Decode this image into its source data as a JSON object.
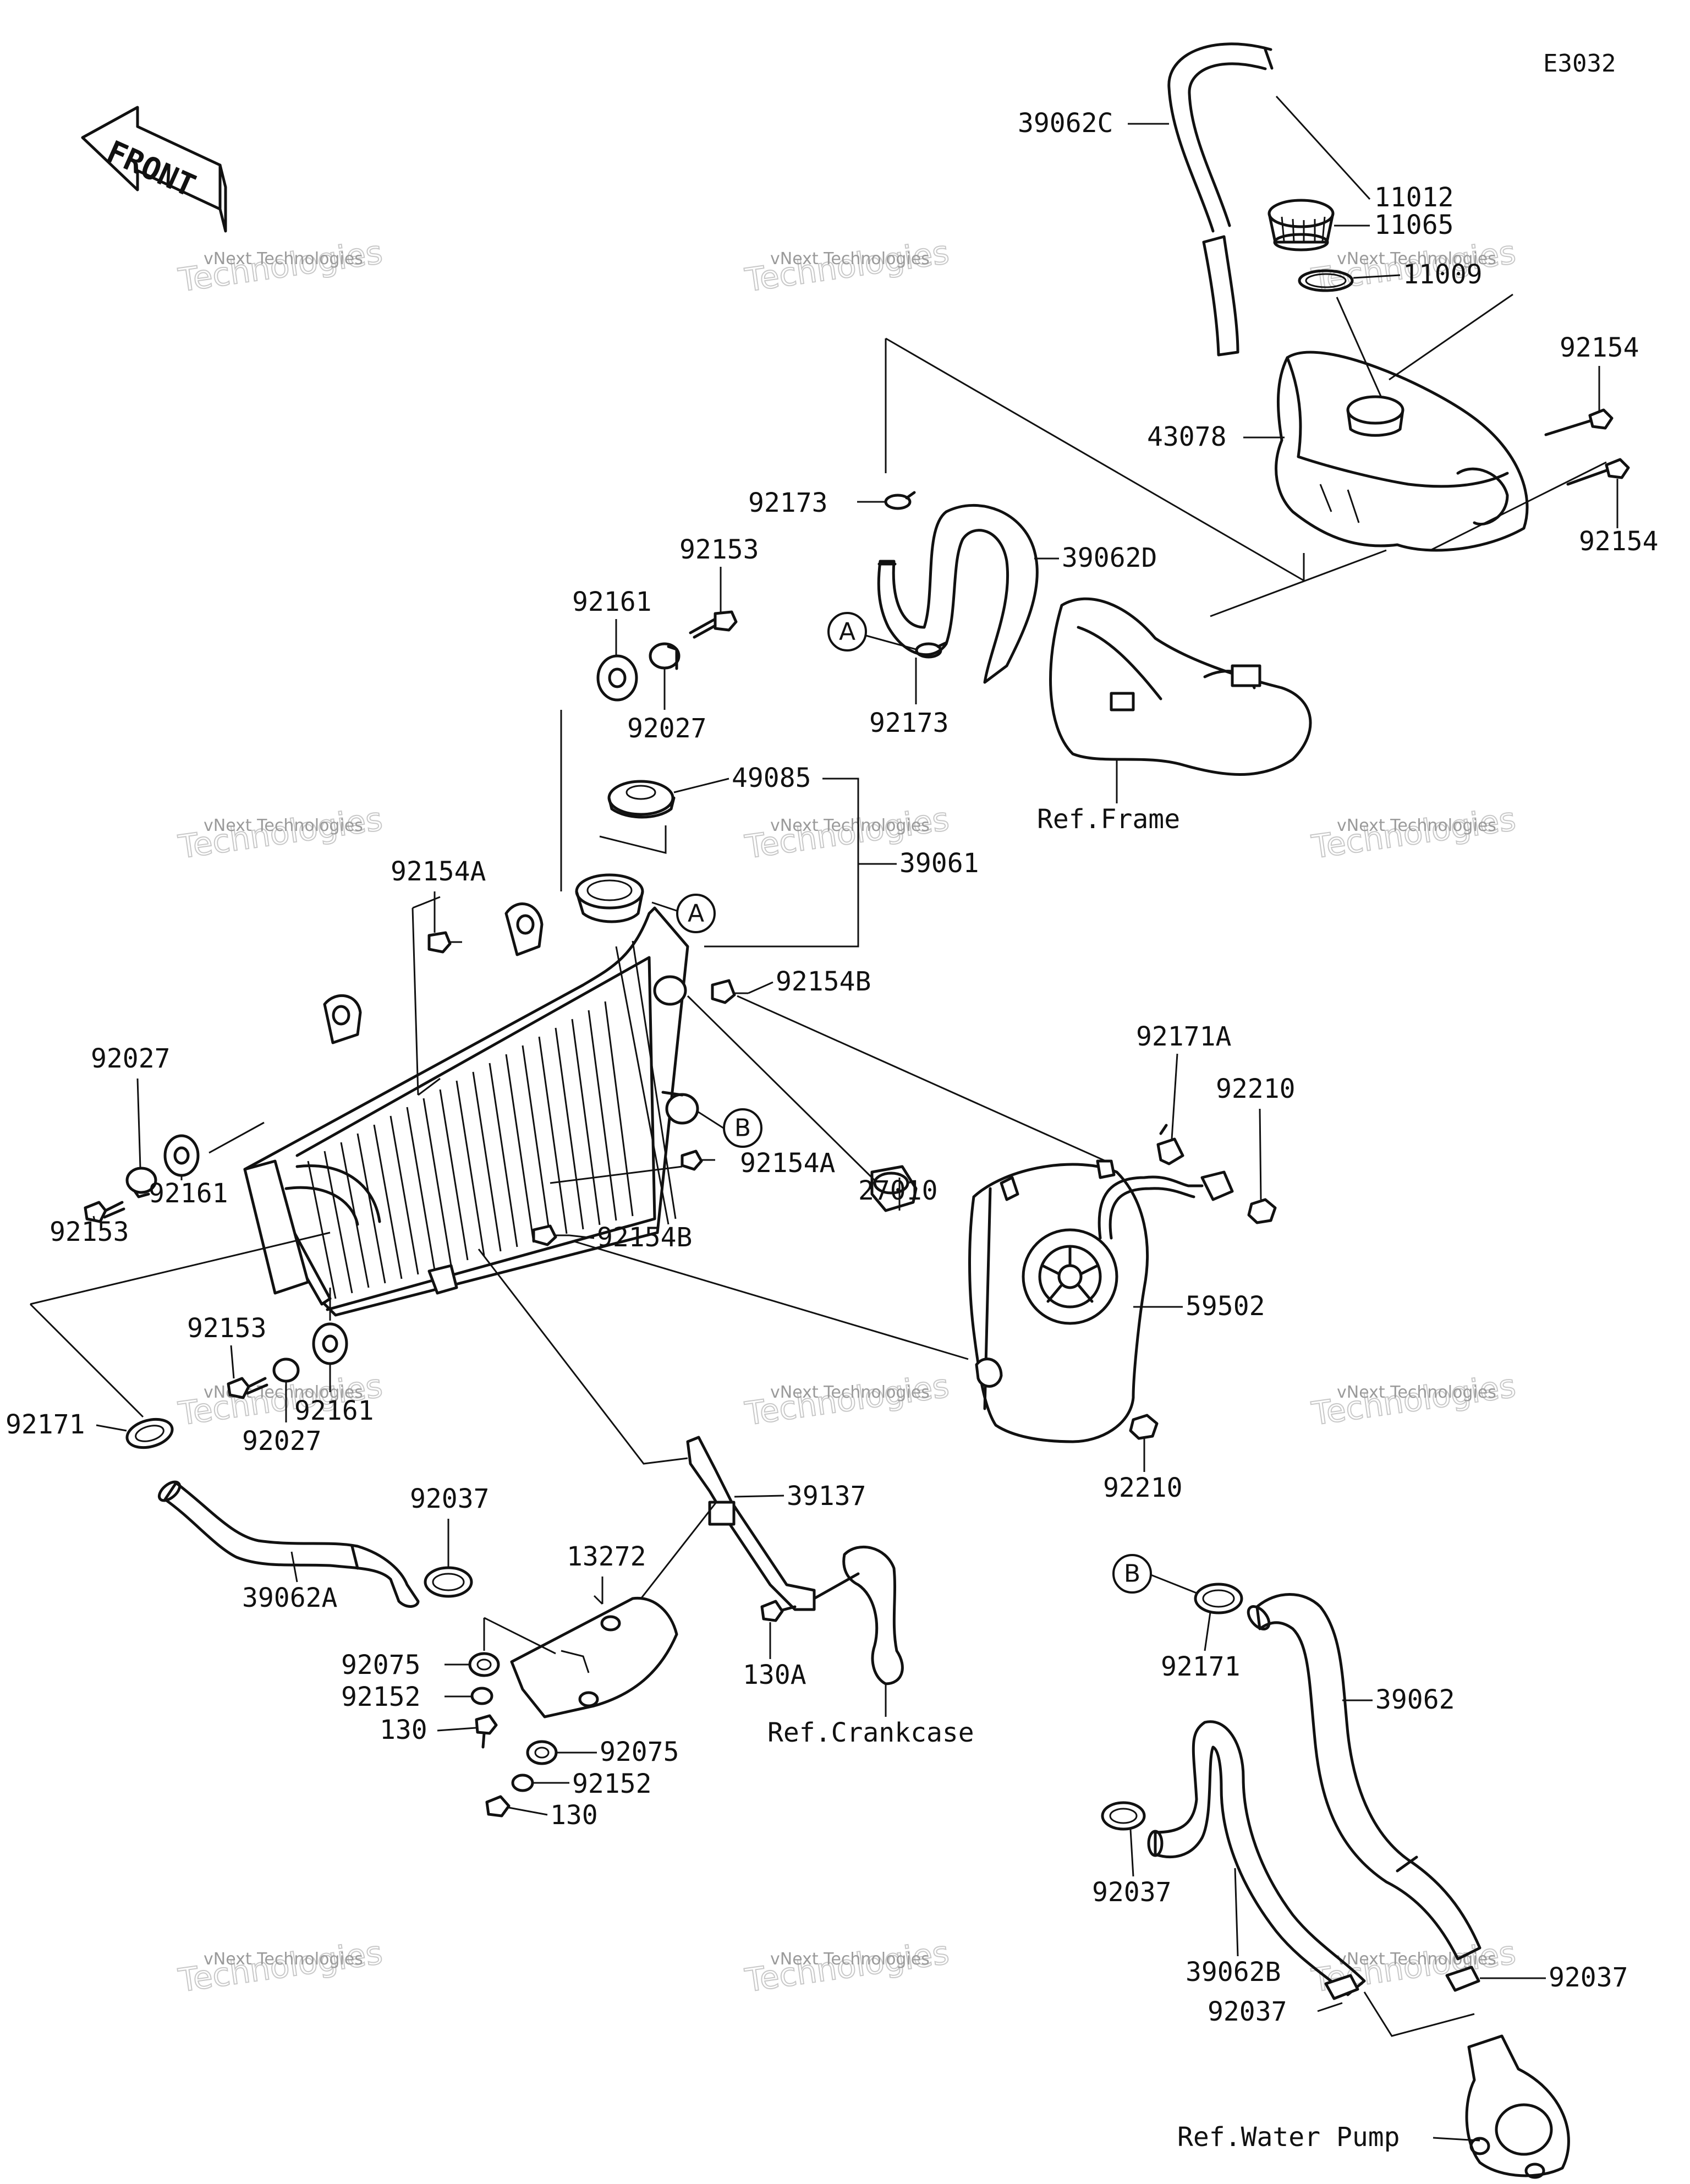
{
  "diagram_code": "E3032",
  "front_label": "FRONT",
  "watermark": {
    "line1": "vNext Technologies",
    "line2": "Technologies"
  },
  "callouts": {
    "A": "A",
    "B": "B"
  },
  "labels": {
    "p39062C": "39062C",
    "p11012": "11012",
    "p11065": "11065",
    "p11009": "11009",
    "p92154_top": "92154",
    "p43078": "43078",
    "p92154_right": "92154",
    "p92173_top": "92173",
    "p39062D": "39062D",
    "p92153_top": "92153",
    "p92161_top": "92161",
    "p92173_bot": "92173",
    "p92027_top": "92027",
    "p49085": "49085",
    "ref_frame": "Ref.Frame",
    "p39061": "39061",
    "p92154A_top": "92154A",
    "p92154B_top": "92154B",
    "p92027_left": "92027",
    "p92171A": "92171A",
    "p92210_top": "92210",
    "p92161_left": "92161",
    "p27010": "27010",
    "p92154A_mid": "92154A",
    "p92153_left": "92153",
    "p92154B_mid": "92154B",
    "p59502": "59502",
    "p92153_low": "92153",
    "p92161_low": "92161",
    "p92171_left": "92171",
    "p92027_low": "92027",
    "p92210_bot": "92210",
    "p92037_left": "92037",
    "p39137": "39137",
    "p39062A": "39062A",
    "p13272": "13272",
    "p92075_a": "92075",
    "p92152_a": "92152",
    "p130_a": "130",
    "p130A": "130A",
    "ref_crankcase": "Ref.Crankcase",
    "p92075_b": "92075",
    "p92152_b": "92152",
    "p130_b": "130",
    "p92171_right": "92171",
    "p39062": "39062",
    "p92037_mid": "92037",
    "p39062B": "39062B",
    "p92037_right": "92037",
    "p92037_low": "92037",
    "ref_water_pump": "Ref.Water Pump"
  }
}
